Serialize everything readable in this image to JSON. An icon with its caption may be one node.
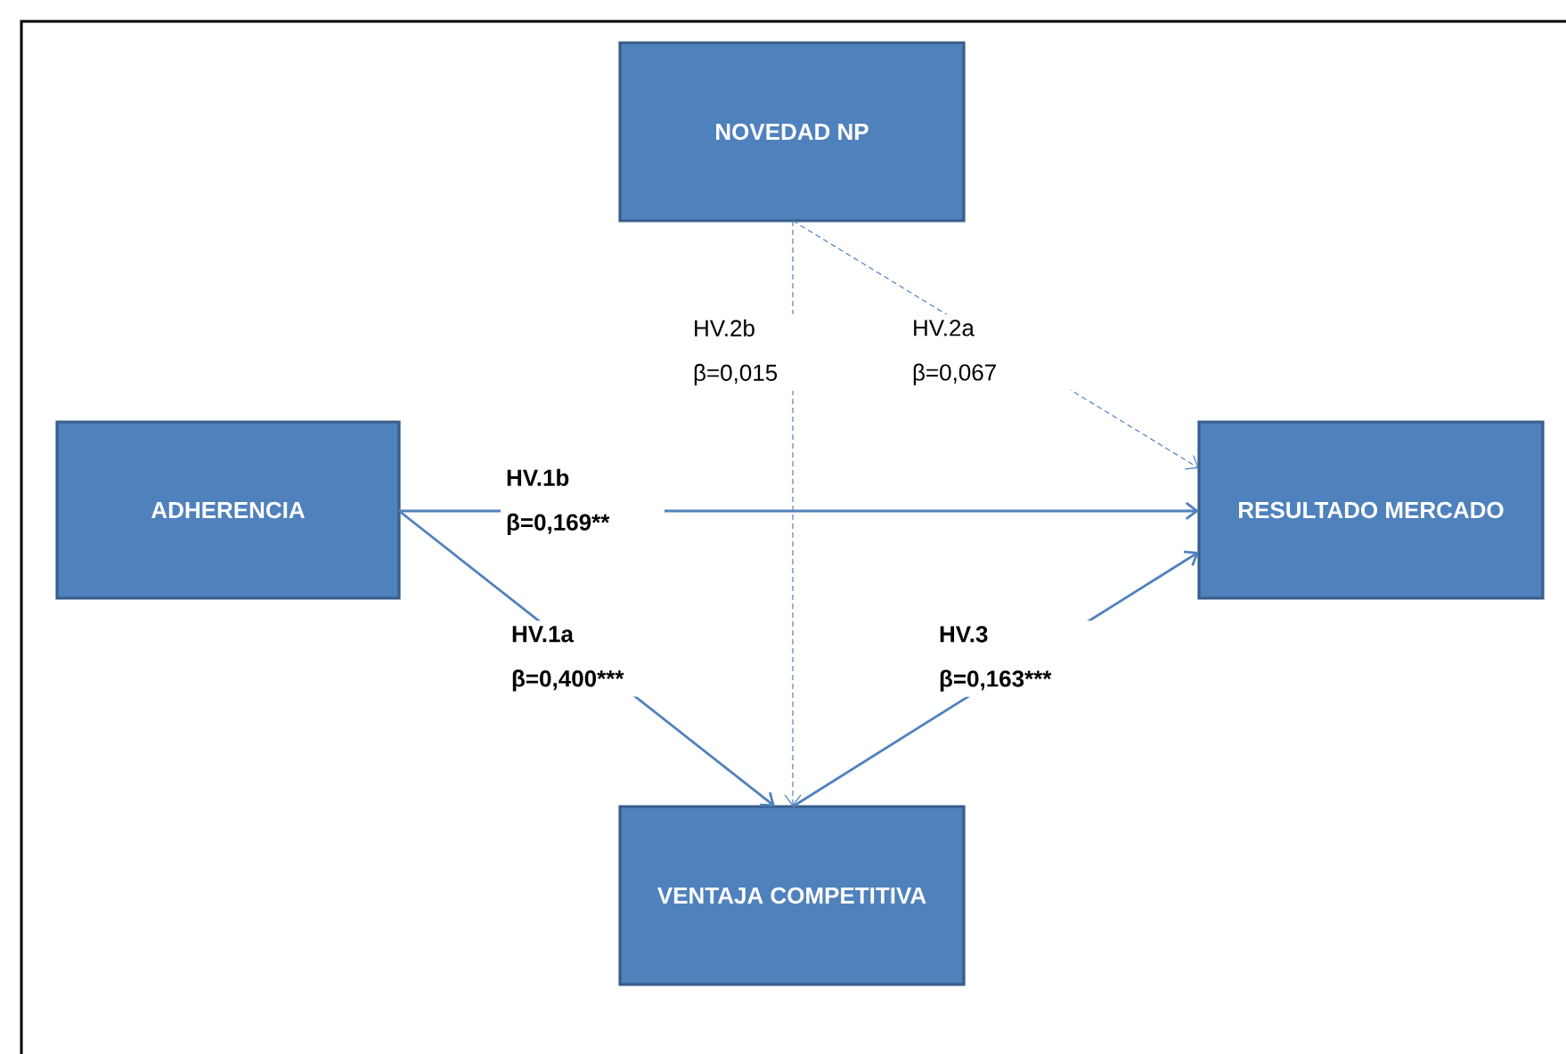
{
  "diagram": {
    "nodes": [
      {
        "text": [
          "NOVEDAD NP"
        ]
      },
      {
        "text": [
          "ADHERENCIA"
        ]
      },
      {
        "text": [
          "RESULTADO MERCADO"
        ]
      },
      {
        "text": [
          "VENTAJA COMPETITIVA"
        ]
      }
    ],
    "edges": [
      {
        "from": 0,
        "to": 3,
        "arrow": "to",
        "style": "dashed",
        "label": "HV.2b β=0,015"
      },
      {
        "from": 0,
        "to": 2,
        "arrow": "to",
        "style": "dashed",
        "label": "HV.2a β=0,067"
      },
      {
        "from": 1,
        "to": 2,
        "arrow": "to",
        "label": "HV.1b β=0,169**"
      },
      {
        "from": 1,
        "to": 3,
        "arrow": "to",
        "label": "HV.1a β=0,400***"
      },
      {
        "from": 3,
        "to": 2,
        "arrow": "to",
        "label": "HV.3 β=0,163***"
      }
    ]
  }
}
